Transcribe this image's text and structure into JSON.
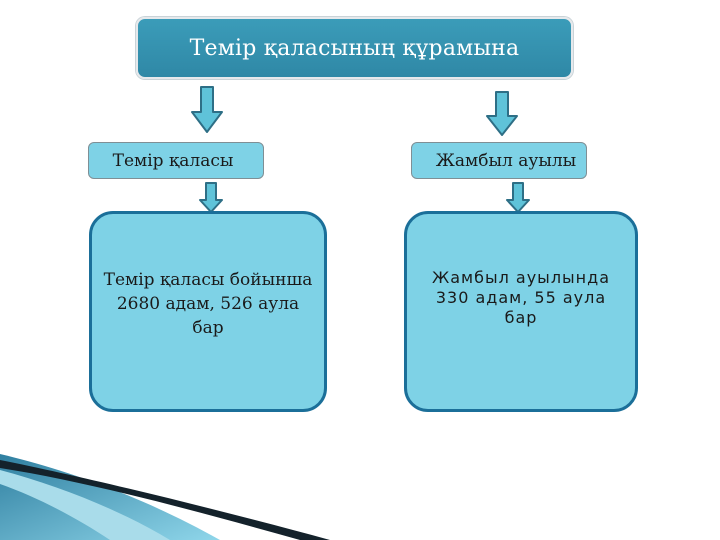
{
  "diagram": {
    "title": "Темір қаласының құрамына",
    "left_branch": {
      "label": "Темір қаласы",
      "detail": "Темір қаласы бойынша\n2680 адам, 526 аула\nбар"
    },
    "right_branch": {
      "label": "Жамбыл ауылы",
      "detail": "Жамбыл ауылында\n330 адам, 55 аула\nбар"
    }
  },
  "colors": {
    "title_box": "#3b9cb9",
    "box_fill": "#7ed2e6",
    "box_border": "#1b6f99",
    "arrow_fill": "#5fc3d9",
    "arrow_stroke": "#2e6f86"
  }
}
